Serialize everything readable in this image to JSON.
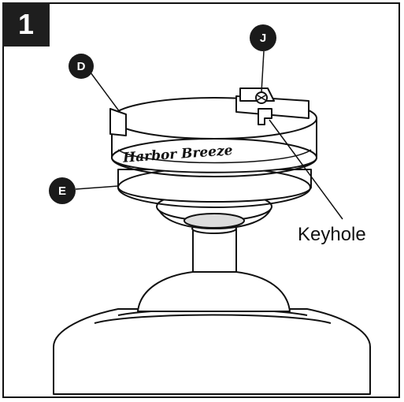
{
  "step": {
    "number": "1"
  },
  "callouts": [
    {
      "id": "D",
      "label": "D"
    },
    {
      "id": "J",
      "label": "J"
    },
    {
      "id": "E",
      "label": "E"
    }
  ],
  "keyhole_label": "Keyhole",
  "brand_text": "Harbor Breeze",
  "colors": {
    "ink": "#111111",
    "badge": "#1e1e1e",
    "background": "#ffffff"
  }
}
